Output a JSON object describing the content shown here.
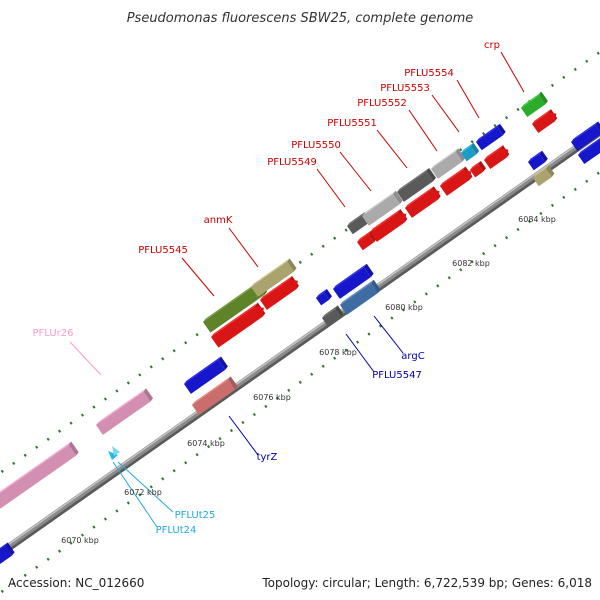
{
  "title": "Pseudomonas fluorescens SBW25, complete genome",
  "footer": {
    "accession": "Accession: NC_012660",
    "summary": "Topology: circular; Length: 6,722,539 bp; Genes: 6,018"
  },
  "ticks": [
    "6070 kbp",
    "6072 kbp",
    "6074 kbp",
    "6076 kbp",
    "6078 kbp",
    "6080 kbp",
    "6082 kbp",
    "6084 kbp"
  ],
  "colors": {
    "red": "#ff1a1a",
    "blue": "#1a1aee",
    "pink": "#f7a8d0",
    "salmon": "#f08080",
    "olive": "#6e9a30",
    "khaki": "#c8c080",
    "darkgray": "#6a6a6a",
    "lightgray": "#c8c8c8",
    "green": "#33cc33",
    "cyan": "#22b8e8",
    "steel": "#4a80c0",
    "backbone": "#8a8a8a",
    "dots": "#2a7a2a"
  },
  "labels": {
    "crp": "crp",
    "pflu5554": "PFLU5554",
    "pflu5553": "PFLU5553",
    "pflu5552": "PFLU5552",
    "pflu5551": "PFLU5551",
    "pflu5550": "PFLU5550",
    "pflu5549": "PFLU5549",
    "anmk": "anmK",
    "pflu5545": "PFLU5545",
    "pflur26": "PFLUr26",
    "argc": "argC",
    "pflu5547": "PFLU5547",
    "tyrz": "tyrZ",
    "pflut25": "PFLUt25",
    "pflut24": "PFLUt24"
  }
}
